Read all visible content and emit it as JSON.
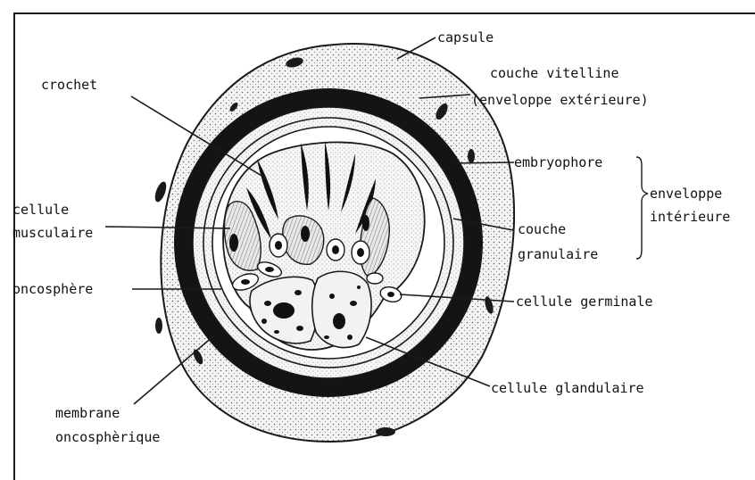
{
  "labels": {
    "capsule": "capsule",
    "couche_vitelline_1": "couche vitelline",
    "couche_vitelline_2": "(enveloppe extérieure)",
    "crochet": "crochet",
    "embryophore": "embryophore",
    "enveloppe_interieure_1": "enveloppe",
    "enveloppe_interieure_2": "intérieure",
    "cellule_musculaire_1": "cellule",
    "cellule_musculaire_2": "musculaire",
    "couche_granulaire_1": "couche",
    "couche_granulaire_2": "granulaire",
    "oncosphere": "oncosphère",
    "cellule_germinale": "cellule germinale",
    "cellule_glandulaire": "cellule glandulaire",
    "membrane_1": "membrane",
    "membrane_2": "oncosphèrique"
  }
}
